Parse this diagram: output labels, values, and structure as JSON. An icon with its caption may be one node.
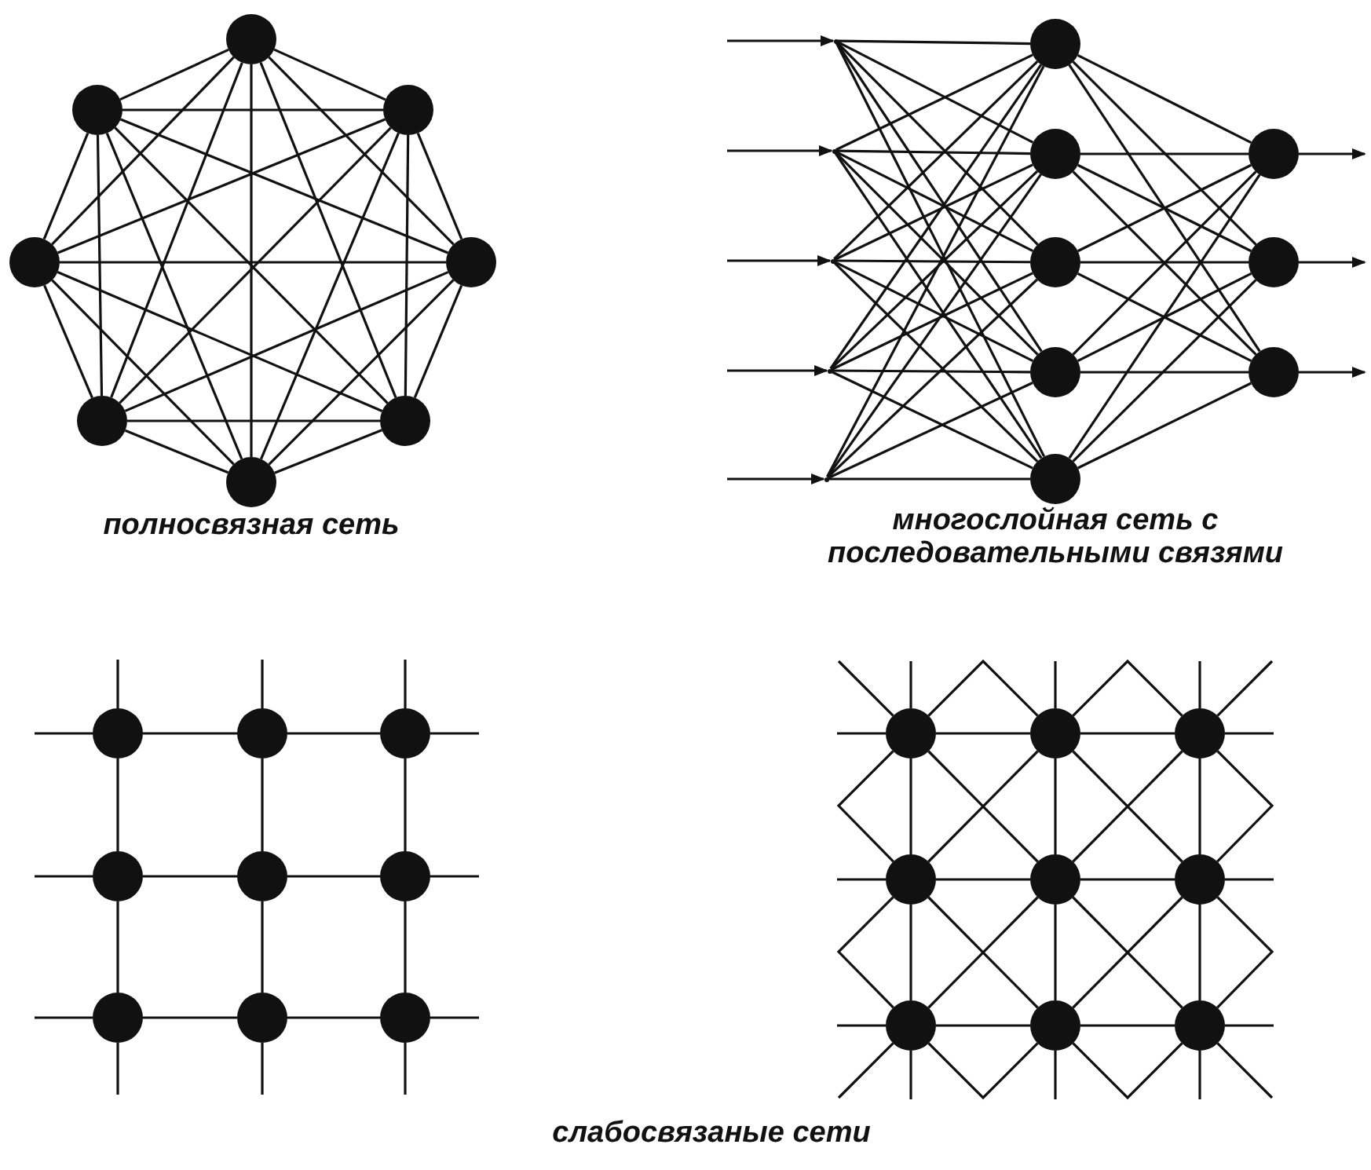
{
  "diagram": {
    "nodes": [
      {
        "text": [],
        "shape": "circle"
      },
      {
        "text": [],
        "shape": "circle"
      },
      {
        "text": [],
        "shape": "circle"
      },
      {
        "text": [],
        "shape": "circle"
      },
      {
        "text": [],
        "shape": "circle"
      },
      {
        "text": [],
        "shape": "circle"
      },
      {
        "text": [],
        "shape": "circle"
      },
      {
        "text": [],
        "shape": "circle"
      },
      {
        "text": [],
        "shape": "dot"
      },
      {
        "text": [],
        "shape": "dot"
      },
      {
        "text": [],
        "shape": "dot"
      },
      {
        "text": [],
        "shape": "dot"
      },
      {
        "text": [],
        "shape": "dot"
      },
      {
        "text": [],
        "shape": "circle"
      },
      {
        "text": [],
        "shape": "circle"
      },
      {
        "text": [],
        "shape": "circle"
      },
      {
        "text": [],
        "shape": "circle"
      },
      {
        "text": [],
        "shape": "circle"
      },
      {
        "text": [],
        "shape": "circle"
      },
      {
        "text": [],
        "shape": "circle"
      },
      {
        "text": [],
        "shape": "circle"
      },
      {
        "text": [],
        "shape": "circle"
      },
      {
        "text": [],
        "shape": "circle"
      },
      {
        "text": [],
        "shape": "circle"
      },
      {
        "text": [],
        "shape": "circle"
      },
      {
        "text": [],
        "shape": "circle"
      },
      {
        "text": [],
        "shape": "circle"
      },
      {
        "text": [],
        "shape": "circle"
      },
      {
        "text": [],
        "shape": "circle"
      },
      {
        "text": [],
        "shape": "circle"
      },
      {
        "text": [],
        "shape": "circle"
      },
      {
        "text": [],
        "shape": "circle"
      },
      {
        "text": [],
        "shape": "circle"
      },
      {
        "text": [],
        "shape": "circle"
      },
      {
        "text": [],
        "shape": "circle"
      },
      {
        "text": [],
        "shape": "circle"
      },
      {
        "text": [],
        "shape": "circle"
      },
      {
        "text": [],
        "shape": "circle"
      },
      {
        "text": [],
        "shape": "circle"
      }
    ],
    "edges": [
      {
        "from": 0,
        "to": 1,
        "arrow": "none"
      },
      {
        "from": 0,
        "to": 2,
        "arrow": "none"
      },
      {
        "from": 0,
        "to": 3,
        "arrow": "none"
      },
      {
        "from": 0,
        "to": 4,
        "arrow": "none"
      },
      {
        "from": 0,
        "to": 5,
        "arrow": "none"
      },
      {
        "from": 0,
        "to": 6,
        "arrow": "none"
      },
      {
        "from": 0,
        "to": 7,
        "arrow": "none"
      },
      {
        "from": 1,
        "to": 2,
        "arrow": "none"
      },
      {
        "from": 1,
        "to": 3,
        "arrow": "none"
      },
      {
        "from": 1,
        "to": 4,
        "arrow": "none"
      },
      {
        "from": 1,
        "to": 5,
        "arrow": "none"
      },
      {
        "from": 1,
        "to": 6,
        "arrow": "none"
      },
      {
        "from": 1,
        "to": 7,
        "arrow": "none"
      },
      {
        "from": 2,
        "to": 3,
        "arrow": "none"
      },
      {
        "from": 2,
        "to": 4,
        "arrow": "none"
      },
      {
        "from": 2,
        "to": 5,
        "arrow": "none"
      },
      {
        "from": 2,
        "to": 6,
        "arrow": "none"
      },
      {
        "from": 2,
        "to": 7,
        "arrow": "none"
      },
      {
        "from": 3,
        "to": 4,
        "arrow": "none"
      },
      {
        "from": 3,
        "to": 5,
        "arrow": "none"
      },
      {
        "from": 3,
        "to": 6,
        "arrow": "none"
      },
      {
        "from": 3,
        "to": 7,
        "arrow": "none"
      },
      {
        "from": 4,
        "to": 5,
        "arrow": "none"
      },
      {
        "from": 4,
        "to": 6,
        "arrow": "none"
      },
      {
        "from": 4,
        "to": 7,
        "arrow": "none"
      },
      {
        "from": 5,
        "to": 6,
        "arrow": "none"
      },
      {
        "from": 5,
        "to": 7,
        "arrow": "none"
      },
      {
        "from": 6,
        "to": 7,
        "arrow": "none"
      },
      {
        "from": null,
        "to": 8,
        "arrow": "to"
      },
      {
        "from": null,
        "to": 9,
        "arrow": "to"
      },
      {
        "from": null,
        "to": 10,
        "arrow": "to"
      },
      {
        "from": null,
        "to": 11,
        "arrow": "to"
      },
      {
        "from": null,
        "to": 12,
        "arrow": "to"
      },
      {
        "from": 8,
        "to": 13,
        "arrow": "none"
      },
      {
        "from": 8,
        "to": 14,
        "arrow": "none"
      },
      {
        "from": 8,
        "to": 15,
        "arrow": "none"
      },
      {
        "from": 8,
        "to": 16,
        "arrow": "none"
      },
      {
        "from": 8,
        "to": 17,
        "arrow": "none"
      },
      {
        "from": 9,
        "to": 13,
        "arrow": "none"
      },
      {
        "from": 9,
        "to": 14,
        "arrow": "none"
      },
      {
        "from": 9,
        "to": 15,
        "arrow": "none"
      },
      {
        "from": 9,
        "to": 16,
        "arrow": "none"
      },
      {
        "from": 9,
        "to": 17,
        "arrow": "none"
      },
      {
        "from": 10,
        "to": 13,
        "arrow": "none"
      },
      {
        "from": 10,
        "to": 14,
        "arrow": "none"
      },
      {
        "from": 10,
        "to": 15,
        "arrow": "none"
      },
      {
        "from": 10,
        "to": 16,
        "arrow": "none"
      },
      {
        "from": 10,
        "to": 17,
        "arrow": "none"
      },
      {
        "from": 11,
        "to": 13,
        "arrow": "none"
      },
      {
        "from": 11,
        "to": 14,
        "arrow": "none"
      },
      {
        "from": 11,
        "to": 15,
        "arrow": "none"
      },
      {
        "from": 11,
        "to": 16,
        "arrow": "none"
      },
      {
        "from": 11,
        "to": 17,
        "arrow": "none"
      },
      {
        "from": 12,
        "to": 13,
        "arrow": "none"
      },
      {
        "from": 12,
        "to": 14,
        "arrow": "none"
      },
      {
        "from": 12,
        "to": 15,
        "arrow": "none"
      },
      {
        "from": 12,
        "to": 16,
        "arrow": "none"
      },
      {
        "from": 12,
        "to": 17,
        "arrow": "none"
      },
      {
        "from": 13,
        "to": 18,
        "arrow": "none"
      },
      {
        "from": 13,
        "to": 19,
        "arrow": "none"
      },
      {
        "from": 13,
        "to": 20,
        "arrow": "none"
      },
      {
        "from": 14,
        "to": 18,
        "arrow": "none"
      },
      {
        "from": 14,
        "to": 19,
        "arrow": "none"
      },
      {
        "from": 14,
        "to": 20,
        "arrow": "none"
      },
      {
        "from": 15,
        "to": 18,
        "arrow": "none"
      },
      {
        "from": 15,
        "to": 19,
        "arrow": "none"
      },
      {
        "from": 15,
        "to": 20,
        "arrow": "none"
      },
      {
        "from": 16,
        "to": 18,
        "arrow": "none"
      },
      {
        "from": 16,
        "to": 19,
        "arrow": "none"
      },
      {
        "from": 16,
        "to": 20,
        "arrow": "none"
      },
      {
        "from": 17,
        "to": 18,
        "arrow": "none"
      },
      {
        "from": 17,
        "to": 19,
        "arrow": "none"
      },
      {
        "from": 17,
        "to": 20,
        "arrow": "none"
      },
      {
        "from": 18,
        "to": null,
        "arrow": "to"
      },
      {
        "from": 19,
        "to": null,
        "arrow": "to"
      },
      {
        "from": 20,
        "to": null,
        "arrow": "to"
      },
      {
        "from": 21,
        "to": 22,
        "arrow": "none"
      },
      {
        "from": 22,
        "to": 23,
        "arrow": "none"
      },
      {
        "from": 24,
        "to": 25,
        "arrow": "none"
      },
      {
        "from": 25,
        "to": 26,
        "arrow": "none"
      },
      {
        "from": 27,
        "to": 28,
        "arrow": "none"
      },
      {
        "from": 28,
        "to": 29,
        "arrow": "none"
      },
      {
        "from": 21,
        "to": 24,
        "arrow": "none"
      },
      {
        "from": 24,
        "to": 27,
        "arrow": "none"
      },
      {
        "from": 22,
        "to": 25,
        "arrow": "none"
      },
      {
        "from": 25,
        "to": 28,
        "arrow": "none"
      },
      {
        "from": 23,
        "to": 26,
        "arrow": "none"
      },
      {
        "from": 26,
        "to": 29,
        "arrow": "none"
      },
      {
        "from": null,
        "to": 21,
        "arrow": "none"
      },
      {
        "from": null,
        "to": 22,
        "arrow": "none"
      },
      {
        "from": null,
        "to": 23,
        "arrow": "none"
      },
      {
        "from": null,
        "to": 27,
        "arrow": "none"
      },
      {
        "from": null,
        "to": 28,
        "arrow": "none"
      },
      {
        "from": null,
        "to": 29,
        "arrow": "none"
      },
      {
        "from": null,
        "to": 21,
        "arrow": "none"
      },
      {
        "from": null,
        "to": 24,
        "arrow": "none"
      },
      {
        "from": null,
        "to": 27,
        "arrow": "none"
      },
      {
        "from": null,
        "to": 23,
        "arrow": "none"
      },
      {
        "from": null,
        "to": 26,
        "arrow": "none"
      },
      {
        "from": null,
        "to": 29,
        "arrow": "none"
      },
      {
        "from": 30,
        "to": 31,
        "arrow": "none"
      },
      {
        "from": 31,
        "to": 32,
        "arrow": "none"
      },
      {
        "from": 33,
        "to": 34,
        "arrow": "none"
      },
      {
        "from": 34,
        "to": 35,
        "arrow": "none"
      },
      {
        "from": 36,
        "to": 37,
        "arrow": "none"
      },
      {
        "from": 37,
        "to": 38,
        "arrow": "none"
      },
      {
        "from": 30,
        "to": 33,
        "arrow": "none"
      },
      {
        "from": 33,
        "to": 36,
        "arrow": "none"
      },
      {
        "from": 31,
        "to": 34,
        "arrow": "none"
      },
      {
        "from": 34,
        "to": 37,
        "arrow": "none"
      },
      {
        "from": 32,
        "to": 35,
        "arrow": "none"
      },
      {
        "from": 35,
        "to": 38,
        "arrow": "none"
      },
      {
        "from": null,
        "to": 30,
        "arrow": "none"
      },
      {
        "from": null,
        "to": 31,
        "arrow": "none"
      },
      {
        "from": null,
        "to": 32,
        "arrow": "none"
      },
      {
        "from": null,
        "to": 36,
        "arrow": "none"
      },
      {
        "from": null,
        "to": 37,
        "arrow": "none"
      },
      {
        "from": null,
        "to": 38,
        "arrow": "none"
      },
      {
        "from": null,
        "to": 30,
        "arrow": "none"
      },
      {
        "from": null,
        "to": 33,
        "arrow": "none"
      },
      {
        "from": null,
        "to": 36,
        "arrow": "none"
      },
      {
        "from": null,
        "to": 32,
        "arrow": "none"
      },
      {
        "from": null,
        "to": 35,
        "arrow": "none"
      },
      {
        "from": null,
        "to": 38,
        "arrow": "none"
      },
      {
        "from": 30,
        "to": 34,
        "arrow": "none"
      },
      {
        "from": 31,
        "to": 33,
        "arrow": "none"
      },
      {
        "from": 31,
        "to": 35,
        "arrow": "none"
      },
      {
        "from": 32,
        "to": 34,
        "arrow": "none"
      },
      {
        "from": 33,
        "to": 37,
        "arrow": "none"
      },
      {
        "from": 34,
        "to": 36,
        "arrow": "none"
      },
      {
        "from": 34,
        "to": 38,
        "arrow": "none"
      },
      {
        "from": 35,
        "to": 37,
        "arrow": "none"
      },
      {
        "from": 30,
        "to": 31,
        "arrow": "none"
      },
      {
        "from": 31,
        "to": 32,
        "arrow": "none"
      },
      {
        "from": 36,
        "to": 37,
        "arrow": "none"
      },
      {
        "from": 37,
        "to": 38,
        "arrow": "none"
      },
      {
        "from": 30,
        "to": 33,
        "arrow": "none"
      },
      {
        "from": 33,
        "to": 36,
        "arrow": "none"
      },
      {
        "from": 32,
        "to": 35,
        "arrow": "none"
      },
      {
        "from": 35,
        "to": 38,
        "arrow": "none"
      },
      {
        "from": null,
        "to": 30,
        "arrow": "none"
      },
      {
        "from": null,
        "to": 32,
        "arrow": "none"
      },
      {
        "from": null,
        "to": 36,
        "arrow": "none"
      },
      {
        "from": null,
        "to": 38,
        "arrow": "none"
      }
    ],
    "labels": [
      "полносвязная сеть",
      "многослойная сеть с последовательными связями",
      "слабосвязаные сети"
    ]
  }
}
